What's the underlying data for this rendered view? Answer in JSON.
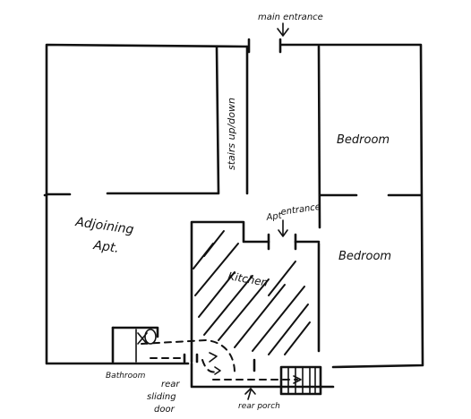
{
  "labels": {
    "main_entrance": "main entrance",
    "stairs": "stairs up/down",
    "bedroom_top": "Bedroom",
    "bedroom_bottom": "Bedroom",
    "adjoining_line1": "Adjoining",
    "adjoining_line2": "Apt.",
    "apt_entrance_line1": "Apt",
    "apt_entrance_line2": "entrance",
    "kitchen": "Kitchen",
    "bathroom": "Bathroom",
    "rear_sliding_line1": "rear",
    "rear_sliding_line2": "sliding",
    "rear_sliding_line3": "door",
    "rear_porch": "rear porch"
  }
}
